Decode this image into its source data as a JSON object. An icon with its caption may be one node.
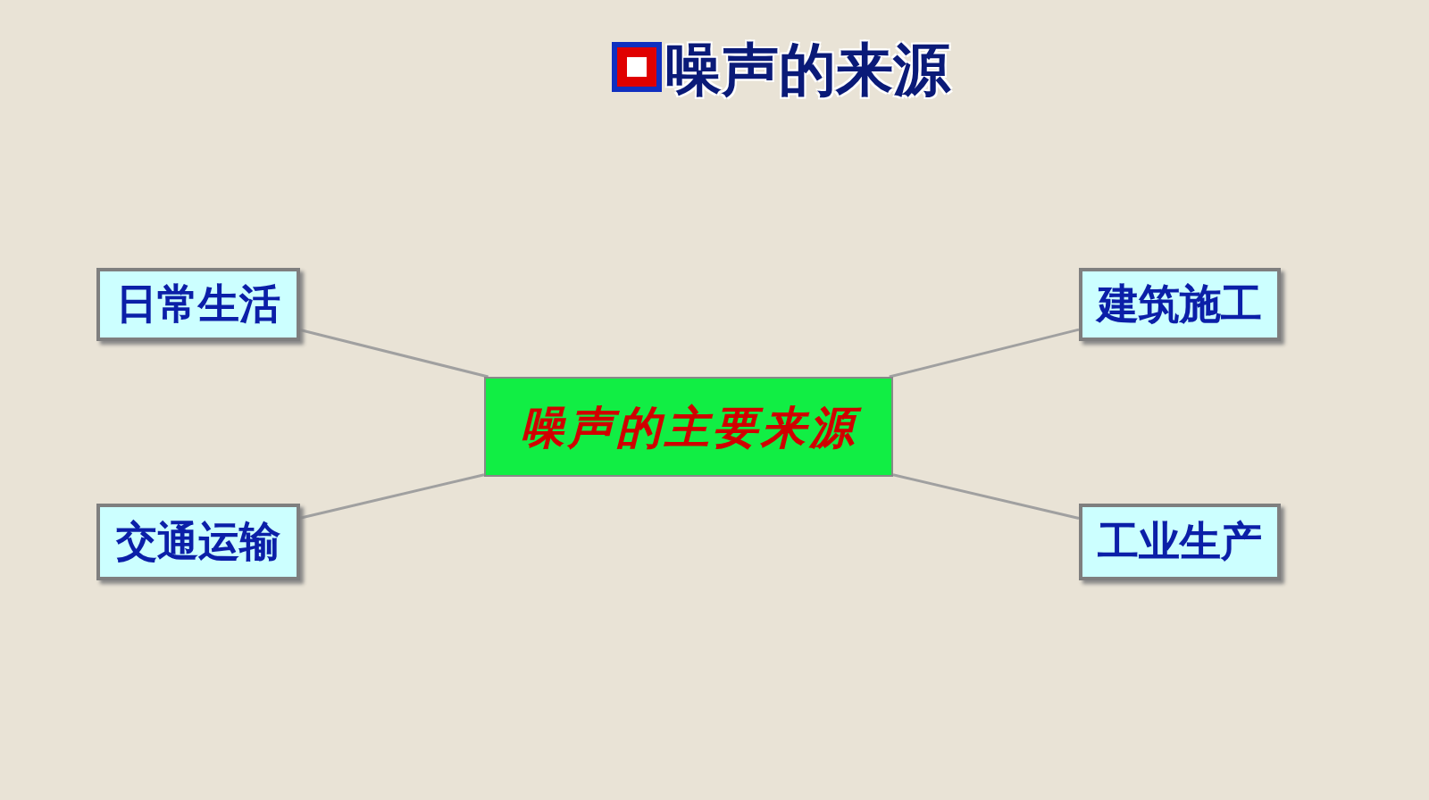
{
  "diagram": {
    "title": "噪声的来源",
    "nodes": [
      {
        "text": [
          "噪声的主要来源"
        ]
      },
      {
        "text": [
          "日常生活"
        ]
      },
      {
        "text": [
          "建筑施工"
        ]
      },
      {
        "text": [
          "交通运输"
        ]
      },
      {
        "text": [
          "工业生产"
        ]
      }
    ],
    "edges": [
      {
        "from": 1,
        "to": 0,
        "arrow": "none"
      },
      {
        "from": 2,
        "to": 0,
        "arrow": "none"
      },
      {
        "from": 3,
        "to": 0,
        "arrow": "none"
      },
      {
        "from": 4,
        "to": 0,
        "arrow": "none"
      }
    ]
  }
}
